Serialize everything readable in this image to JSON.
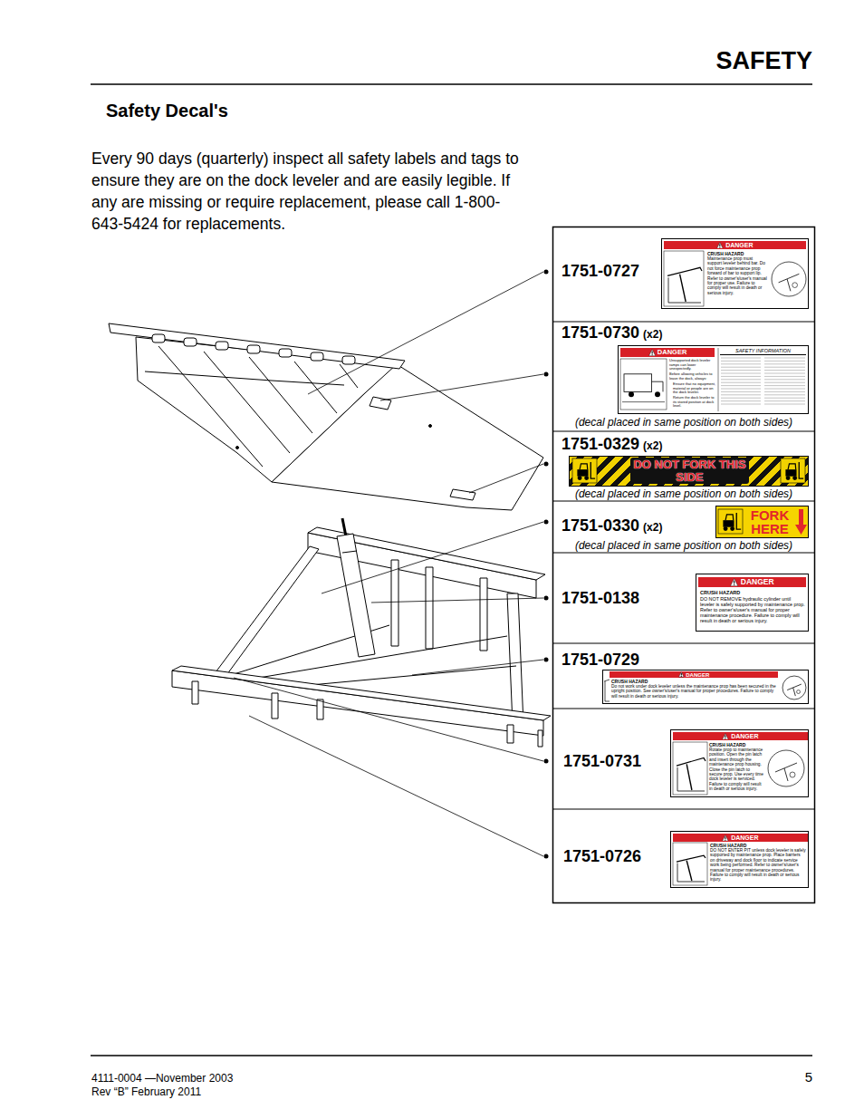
{
  "diagram": {
    "title": "SAFETY",
    "nodes": [
      {
        "text": [
          "1751-0727"
        ]
      },
      {
        "text": [
          "DANGER",
          "CRUSH HAZARD",
          "Maintenance prop must support leveler behind bar. Do not force maintenance prop forward of bar to support lip. Refer to owner's/user's manual for proper use. Failure to comply will result in death or serious injury."
        ],
        "in": 0
      },
      {
        "text": [
          "1751-0730",
          "(x2)",
          "(decal placed in same position on both sides)"
        ]
      },
      {
        "text": [
          "DANGER",
          "Unsupported dock leveler ramps can lower unexpectedly.",
          "Before allowing vehicles to leave the dock, always:",
          "Ensure that no equipment, material or people are on the dock leveler.",
          "Return the dock leveler to its stored position at dock level.",
          "SAFETY INFORMATION"
        ],
        "in": 2
      },
      {
        "text": [
          "1751-0329",
          "(x2)",
          "(decal placed in same position on both sides)"
        ]
      },
      {
        "text": [
          "DO NOT FORK THIS SIDE"
        ],
        "in": 4
      },
      {
        "text": [
          "1751-0330",
          "(x2)",
          "(decal placed in same position on both sides)"
        ]
      },
      {
        "text": [
          "FORK HERE"
        ],
        "in": 6
      },
      {
        "text": [
          "1751-0138"
        ]
      },
      {
        "text": [
          "DANGER",
          "CRUSH HAZARD",
          "DO NOT REMOVE hydraulic cylinder until leveler is safely supported by maintenance prop. Refer to owner's/user's manual for proper maintenance procedure. Failure to comply will result in death or serious injury."
        ],
        "in": 8
      },
      {
        "text": [
          "1751-0729"
        ]
      },
      {
        "text": [
          "DANGER",
          "CRUSH HAZARD",
          "Do not work under dock leveler unless the maintenance prop has been secured in the upright position. See owner's/user's manual for proper procedures. Failure to comply will result in death or serious injury."
        ],
        "in": 10
      },
      {
        "text": [
          "1751-0731"
        ]
      },
      {
        "text": [
          "DANGER",
          "CRUSH HAZARD",
          "Rotate prop to maintenance position. Open the pin latch and insert through the maintenance prop housing. Close the pin latch to secure prop. Use every time dock leveler is serviced. Failure to comply will result in death or serious injury."
        ],
        "in": 12
      },
      {
        "text": [
          "1751-0726"
        ]
      },
      {
        "text": [
          "DANGER",
          "CRUSH HAZARD",
          "DO NOT ENTER PIT unless dock leveler is safely supported by maintenance prop. Place barriers on driveway and dock floor to indicate service work being performed. Refer to owner's/user's manual for proper maintenance procedures. Failure to comply will result in death or serious injury."
        ],
        "in": 14
      }
    ],
    "labels": [
      "Safety Decal's",
      "Every 90 days (quarterly) inspect all safety labels and tags to ensure they are on the dock leveler and are easily legible. If any are missing or require replacement, please call 1-800-643-5424 for replacements.",
      "4111-0004 —November 2003",
      "Rev “B” February 2011",
      "5"
    ]
  }
}
